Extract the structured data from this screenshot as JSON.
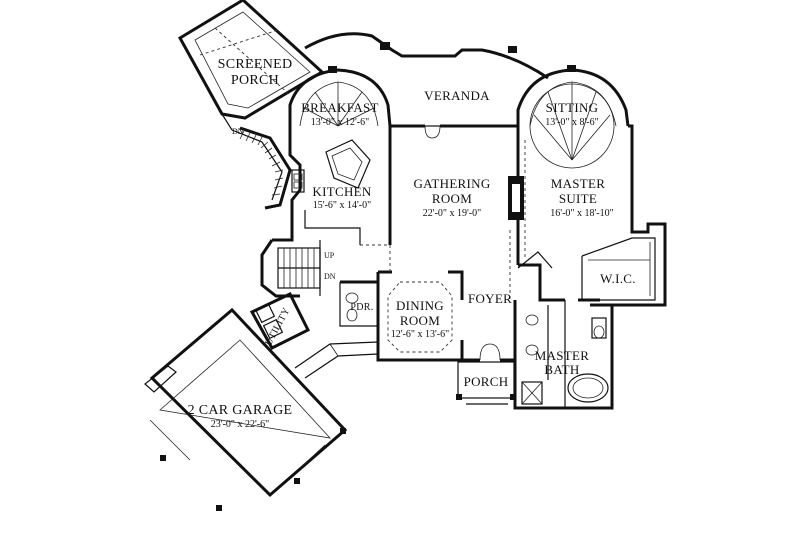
{
  "rooms": {
    "screened_porch": {
      "line1": "SCREENED",
      "line2": "PORCH"
    },
    "breakfast": {
      "name": "BREAKFAST",
      "dim": "13'-0\" x 12'-6\""
    },
    "veranda": {
      "name": "VERANDA"
    },
    "sitting": {
      "name": "SITTING",
      "dim": "13'-0\" x 8'-6\""
    },
    "kitchen": {
      "name": "KITCHEN",
      "dim": "15'-6\" x 14'-0\""
    },
    "gathering": {
      "line1": "GATHERING",
      "line2": "ROOM",
      "dim": "22'-0\" x 19'-0\""
    },
    "master_suite": {
      "line1": "MASTER",
      "line2": "SUITE",
      "dim": "16'-0\" x 18'-10\""
    },
    "wic": {
      "name": "W.I.C."
    },
    "pdr": {
      "name": "PDR."
    },
    "dining": {
      "line1": "DINING",
      "line2": "ROOM",
      "dim": "12'-6\" x 13'-6\""
    },
    "foyer": {
      "name": "FOYER"
    },
    "utility": {
      "name": "UTILITY"
    },
    "master_bath": {
      "line1": "MASTER",
      "line2": "BATH"
    },
    "porch": {
      "name": "PORCH"
    },
    "garage": {
      "name": "2 CAR GARAGE",
      "dim": "23'-0\" x 22'-6\""
    }
  },
  "stairs": {
    "up": "UP",
    "down": "DN",
    "deck_down": "DN"
  }
}
